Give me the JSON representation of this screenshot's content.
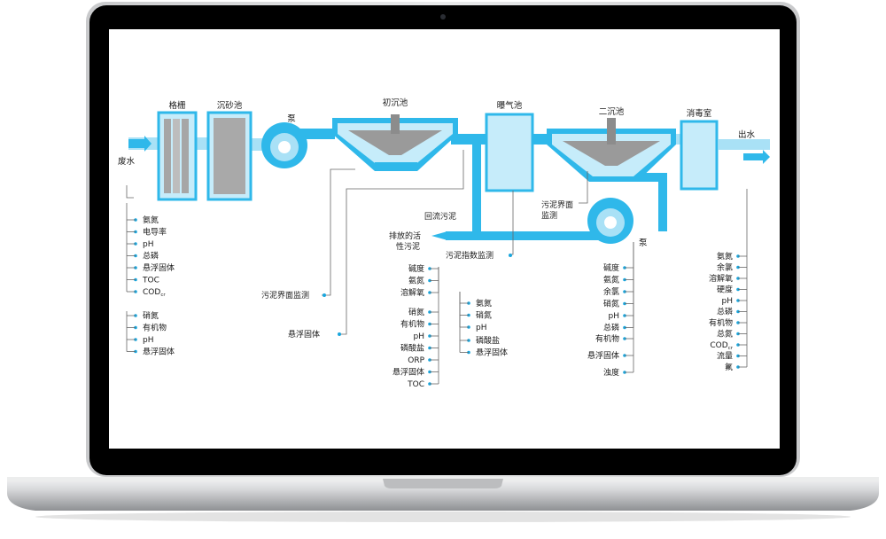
{
  "colors": {
    "pipe": "#2fb8ea",
    "pipe_light": "#a9e1f6",
    "tank_fill": "#c6ecfa",
    "grey": "#9a9a9a",
    "dot": "#1aa6dd",
    "line": "#555555",
    "bezel": "#000000",
    "body": "#d9dadc"
  },
  "units": {
    "grille": "格栅",
    "grit_chamber": "沉砂池",
    "pump1": "泵",
    "primary_clarifier": "初沉池",
    "aeration_tank": "曝气池",
    "secondary_clarifier": "二沉池",
    "disinfection": "消毒室",
    "pump2": "泵"
  },
  "flows": {
    "inlet": "废水",
    "outlet": "出水",
    "return_sludge": "回流污泥",
    "waste_sludge_line1": "排放的活",
    "waste_sludge_line2": "性污泥"
  },
  "monitors": {
    "sludge_interface_1": "污泥界面监测",
    "suspended_solids": "悬浮固体",
    "sludge_index": "污泥指数监测",
    "sludge_interface_2_line1": "污泥界面",
    "sludge_interface_2_line2": "监测"
  },
  "param_groups": {
    "influent": [
      "氨氮",
      "电导率",
      "pH",
      "总磷",
      "悬浮固体",
      "TOC",
      "COD"
    ],
    "influent_cod_sub": "cr",
    "grit": [
      "硝氮",
      "有机物",
      "pH",
      "悬浮固体"
    ],
    "aeration_a": [
      "碱度",
      "氨氮",
      "溶解氧"
    ],
    "aeration_b": [
      "硝氮",
      "有机物",
      "pH",
      "磷酸盐",
      "ORP",
      "悬浮固体",
      "TOC"
    ],
    "aeration_c": [
      "氨氮",
      "硝氮",
      "pH"
    ],
    "aeration_d": [
      "磷酸盐",
      "悬浮固体"
    ],
    "secondary_a": [
      "碱度",
      "氨氮",
      "余氯",
      "硝氮",
      "pH",
      "总磷"
    ],
    "secondary_b": [
      "有机物",
      "悬浮固体",
      "浊度"
    ],
    "effluent": [
      "氨氮",
      "余氯",
      "溶解氧",
      "硬度",
      "pH",
      "总磷",
      "有机物",
      "总氮",
      "COD",
      "流量",
      "氟"
    ],
    "effluent_cod_sub": "cr"
  }
}
